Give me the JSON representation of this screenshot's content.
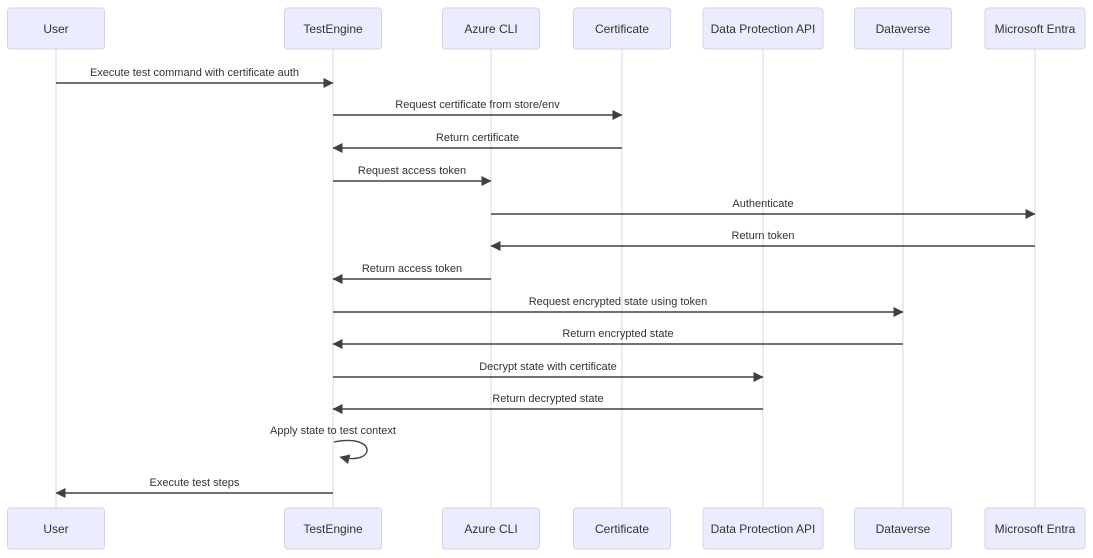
{
  "diagram": {
    "type": "sequence-diagram",
    "actors": [
      {
        "id": "user",
        "label": "User"
      },
      {
        "id": "testengine",
        "label": "TestEngine"
      },
      {
        "id": "azurecli",
        "label": "Azure CLI"
      },
      {
        "id": "certificate",
        "label": "Certificate"
      },
      {
        "id": "dpapi",
        "label": "Data Protection API"
      },
      {
        "id": "dataverse",
        "label": "Dataverse"
      },
      {
        "id": "entra",
        "label": "Microsoft Entra"
      }
    ],
    "messages": [
      {
        "from": "User",
        "to": "TestEngine",
        "label": "Execute test command with certificate auth"
      },
      {
        "from": "TestEngine",
        "to": "Certificate",
        "label": "Request certificate from store/env"
      },
      {
        "from": "Certificate",
        "to": "TestEngine",
        "label": "Return certificate"
      },
      {
        "from": "TestEngine",
        "to": "Azure CLI",
        "label": "Request access token"
      },
      {
        "from": "Azure CLI",
        "to": "Microsoft Entra",
        "label": "Authenticate"
      },
      {
        "from": "Microsoft Entra",
        "to": "Azure CLI",
        "label": "Return token"
      },
      {
        "from": "Azure CLI",
        "to": "TestEngine",
        "label": "Return access token"
      },
      {
        "from": "TestEngine",
        "to": "Dataverse",
        "label": "Request encrypted state using token"
      },
      {
        "from": "Dataverse",
        "to": "TestEngine",
        "label": "Return encrypted state"
      },
      {
        "from": "TestEngine",
        "to": "Data Protection API",
        "label": "Decrypt state with certificate"
      },
      {
        "from": "Data Protection API",
        "to": "TestEngine",
        "label": "Return decrypted state"
      },
      {
        "from": "TestEngine",
        "to": "TestEngine",
        "label": "Apply state to test context",
        "self": true
      },
      {
        "from": "TestEngine",
        "to": "User",
        "label": "Execute test steps"
      }
    ],
    "colors": {
      "background": "#ffffff",
      "actor_fill": "#ECECFF",
      "actor_border": "#d3d3ea",
      "lifeline": "#d9d5ec",
      "arrow": "#404040",
      "text": "#333333"
    }
  }
}
